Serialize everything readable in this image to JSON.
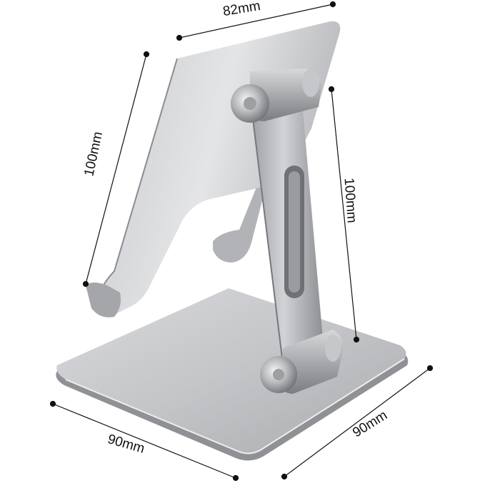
{
  "dimensions": {
    "top_width": "82mm",
    "back_height": "100mm",
    "arm_height": "100mm",
    "base_depth": "90mm",
    "base_width": "90mm"
  },
  "colors": {
    "aluminum_light": "#e6e6e8",
    "aluminum_mid": "#b9babd",
    "aluminum_dark": "#7d7f83",
    "dimension_line": "#111111"
  }
}
